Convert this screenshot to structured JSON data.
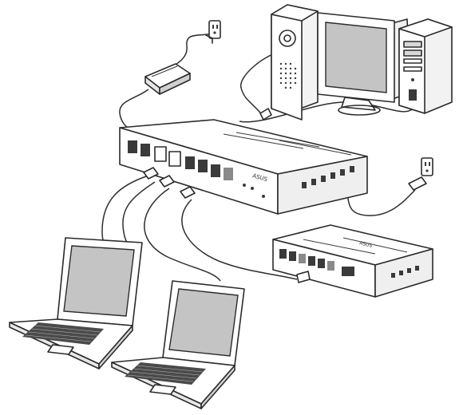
{
  "figure": {
    "kind": "line-art network connection illustration",
    "devices": {
      "main_router": {
        "brand_mark": "ASUS"
      },
      "secondary_router": {
        "brand_mark": "ASUS"
      }
    },
    "icons": [
      "wall-outlet-icon",
      "power-adapter-icon",
      "desktop-tower-icon",
      "crt-monitor-icon",
      "mini-tower-icon",
      "router-icon",
      "laptop-icon",
      "ethernet-cable-icon"
    ],
    "colors": {
      "line": "#2b2b2b",
      "screen": "#c4c4c4",
      "background": "#ffffff"
    }
  }
}
